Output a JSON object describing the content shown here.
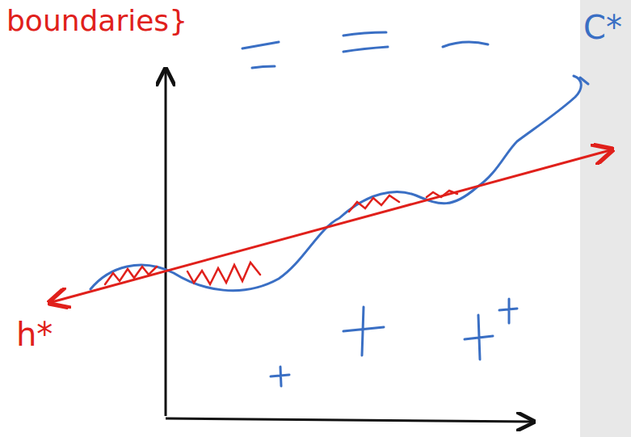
{
  "diagram": {
    "labels": [
      "boundaries}",
      "C*",
      "h*"
    ]
  }
}
